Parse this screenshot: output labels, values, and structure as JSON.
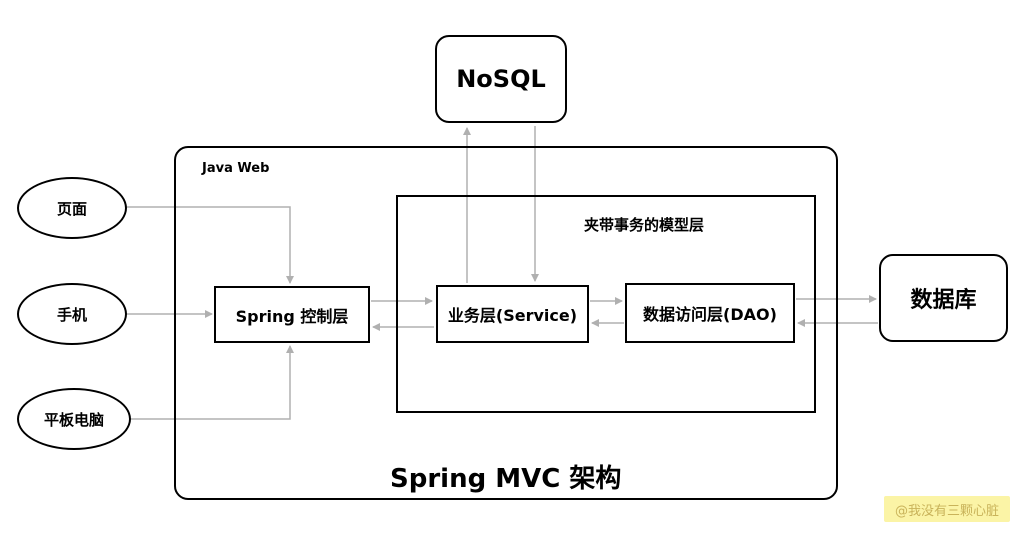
{
  "nodes": {
    "nosql": "NoSQL",
    "page": "页面",
    "phone": "手机",
    "tablet": "平板电脑",
    "controller": "Spring 控制层",
    "service": "业务层(Service)",
    "dao": "数据访问层(DAO)",
    "database": "数据库"
  },
  "groups": {
    "java_web": "Java Web",
    "model_layer": "夹带事务的模型层",
    "architecture_title": "Spring MVC 架构"
  },
  "watermark": "@我没有三颗心脏",
  "colors": {
    "arrow": "#b0b0b0",
    "border": "#000000",
    "watermark_bg": "#fbf4a6"
  }
}
